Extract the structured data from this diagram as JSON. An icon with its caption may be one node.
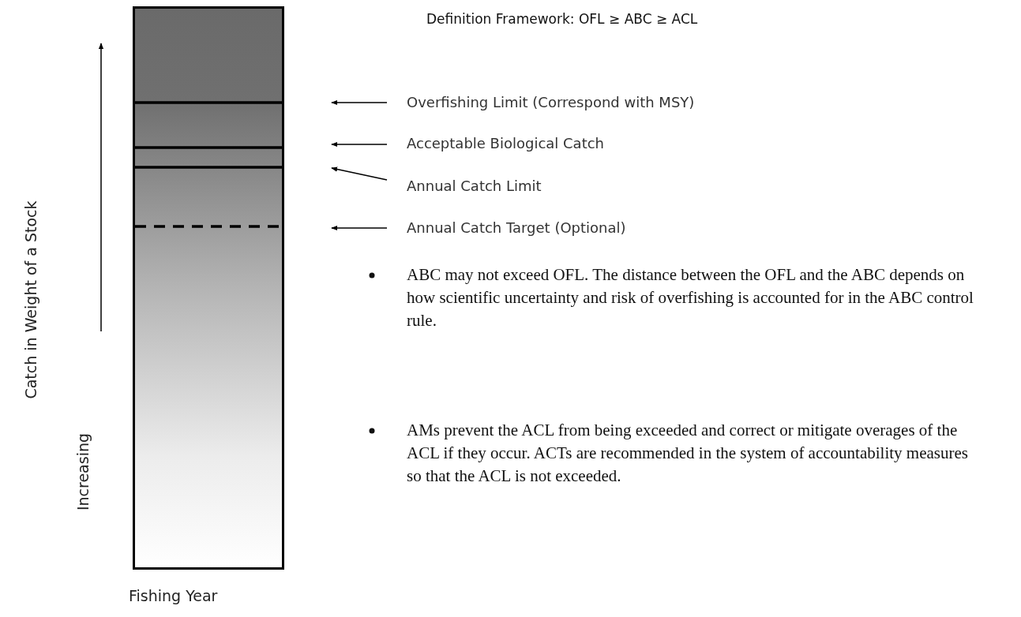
{
  "diagram": {
    "title": "Definition Framework: OFL ≥ ABC ≥ ACL",
    "nodes": [
      {
        "text": [
          "Overfishing Limit (Correspond with MSY)"
        ]
      },
      {
        "text": [
          "Acceptable Biological Catch"
        ]
      },
      {
        "text": [
          "Annual Catch Limit"
        ]
      },
      {
        "text": [
          "Annual Catch Target (Optional)"
        ]
      }
    ],
    "edges": [
      {
        "from": 0,
        "to": null,
        "arrow": "to"
      },
      {
        "from": 1,
        "to": null,
        "arrow": "to"
      },
      {
        "from": 2,
        "to": null,
        "arrow": "to"
      },
      {
        "from": 3,
        "to": null,
        "arrow": "to"
      }
    ],
    "labels": [
      "Catch in Weight of a Stock",
      "Increasing",
      "Fishing Year",
      "ABC may not exceed OFL. The distance between the OFL and the ABC depends on how scientific uncertainty and risk of overfishing is accounted for in the ABC control rule.",
      "AMs prevent the ACL from being exceeded and correct or mitigate overages of the ACL if they occur. ACTs are recommended in the system of accountability measures so that the ACL is not exceeded."
    ]
  }
}
